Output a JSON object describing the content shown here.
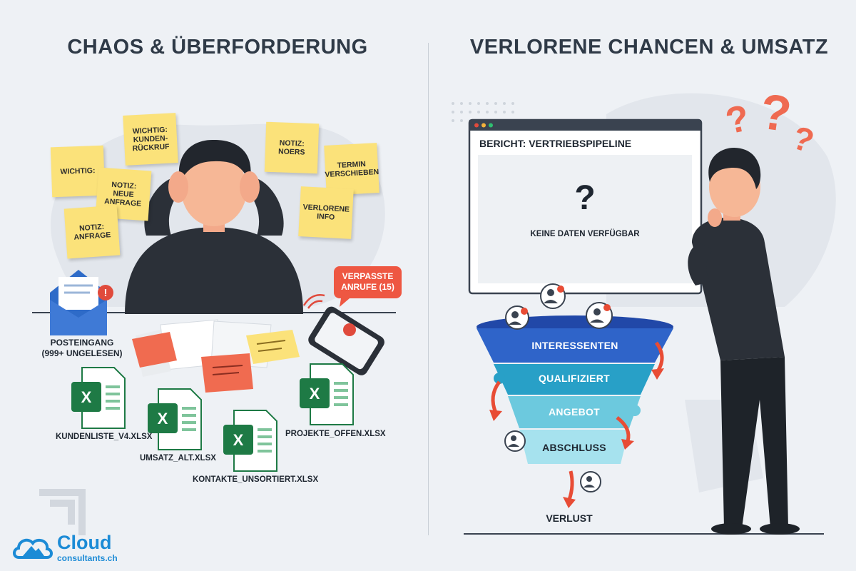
{
  "left": {
    "title": "CHAOS & ÜBERFORDERUNG",
    "notes": [
      {
        "text": "WICHTIG:\nKUNDEN-\nRÜCKRUF"
      },
      {
        "text": "NOTIZ:\nNOERS"
      },
      {
        "text": "WICHTIG:"
      },
      {
        "text": "NOTIZ:\nNEUE\nANFRAGE"
      },
      {
        "text": "TERMIN\nVERSCHIEBEN"
      },
      {
        "text": "VERLORENE\nINFO"
      },
      {
        "text": "NOTIZ:\nANFRAGE"
      }
    ],
    "inbox_label": "POSTEINGANG\n(999+ UNGELESEN)",
    "missed_calls": "VERPASSTE\nANRUFE (15)",
    "files": [
      {
        "name": "KUNDENLISTE_V4.XLSX"
      },
      {
        "name": "UMSATZ_ALT.XLSX"
      },
      {
        "name": "KONTAKTE_UNSORTIERT.XLSX"
      },
      {
        "name": "PROJEKTE_OFFEN.XLSX"
      }
    ],
    "excel_letter": "X",
    "alert_mark": "!"
  },
  "right": {
    "title": "VERLORENE CHANCEN & UMSATZ",
    "report_title": "BERICHT: VERTRIEBSPIPELINE",
    "report_question": "?",
    "report_empty": "KEINE DATEN VERFÜGBAR",
    "funnel": [
      {
        "label": "INTERESSENTEN"
      },
      {
        "label": "QUALIFIZIERT"
      },
      {
        "label": "ANGEBOT"
      },
      {
        "label": "ABSCHLUSS"
      }
    ],
    "loss_label": "VERLUST",
    "question_marks": [
      "?",
      "?",
      "?"
    ]
  },
  "logo": {
    "brand": "Cloud",
    "domain": "consultants.ch"
  },
  "colors": {
    "note_yellow": "#fbe27a",
    "excel_green": "#1e7a45",
    "alert_red": "#e04a3c",
    "funnel_blue": "#2f64c9",
    "funnel_teal": "#29a6c9",
    "accent_orange": "#f06b50",
    "dark_clothes": "#2b3038"
  }
}
